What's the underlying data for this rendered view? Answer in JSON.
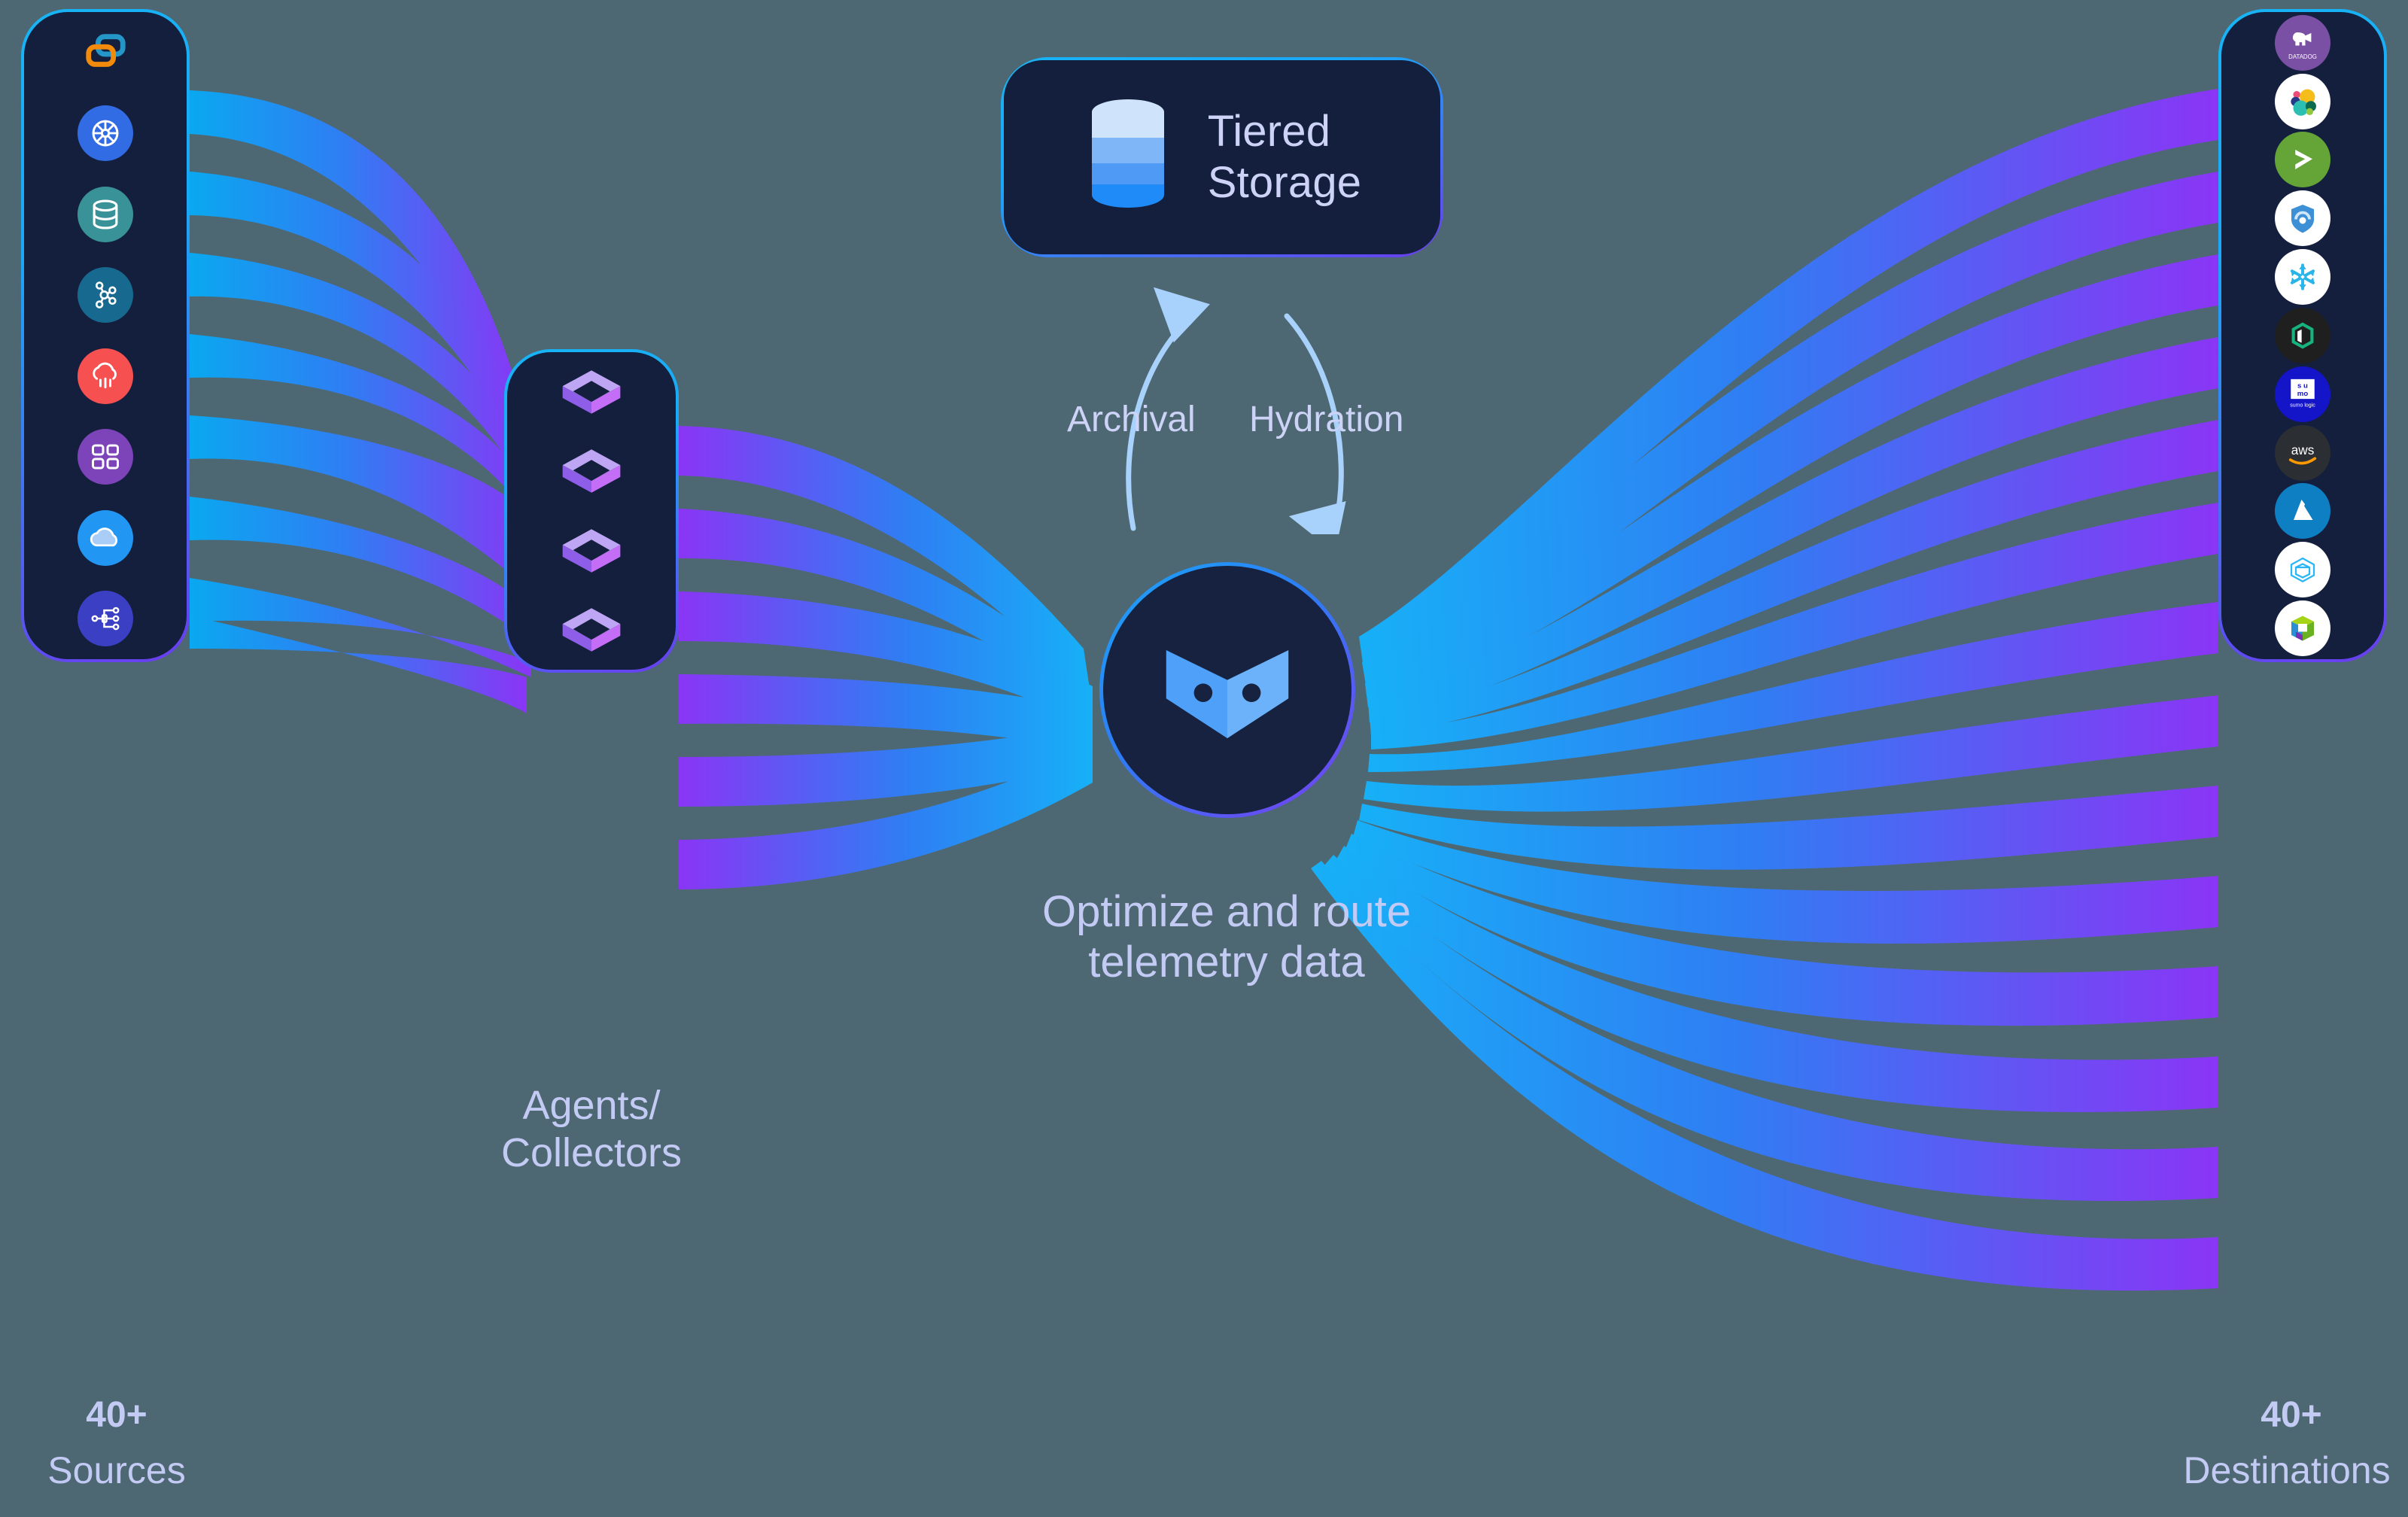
{
  "background_color": "#4d6872",
  "panel_color": "#141f3d",
  "accent_blue": "#18b4f5",
  "accent_purple": "#6a3df0",
  "text_color": "#c3cbf5",
  "sources": {
    "count_label": "40+",
    "title": "Sources",
    "items": [
      {
        "name": "vmware-icon",
        "label": "VMware",
        "bg": "#141f3d"
      },
      {
        "name": "kubernetes-icon",
        "label": "Kubernetes",
        "bg": "#326ce5"
      },
      {
        "name": "database-icon",
        "label": "Database",
        "bg": "#3a9299"
      },
      {
        "name": "kafka-icon",
        "label": "Kafka",
        "bg": "#17698f"
      },
      {
        "name": "cloud-logs-icon",
        "label": "Cloud Logs",
        "bg": "#f75050"
      },
      {
        "name": "apps-grid-icon",
        "label": "Applications",
        "bg": "#7d43b8"
      },
      {
        "name": "cloud-icon",
        "label": "Cloud",
        "bg": "#2196f3"
      },
      {
        "name": "network-icon",
        "label": "Network",
        "bg": "#3a3fc4"
      }
    ]
  },
  "agents": {
    "title": "Agents/\nCollectors",
    "node_count": 4,
    "node_name": "agent-cube-icon"
  },
  "storage": {
    "title": "Tiered\nStorage",
    "icon": "tiered-storage-cylinder-icon",
    "tiers": [
      "#cfe4fb",
      "#7eb6f7",
      "#4f9af5",
      "#1e8bf8"
    ]
  },
  "hub": {
    "logo_name": "cribl-goat-logo",
    "caption": "Optimize and route\ntelemetry data"
  },
  "arcs": {
    "archival_label": "Archival",
    "hydration_label": "Hydration"
  },
  "destinations": {
    "count_label": "40+",
    "title": "Destinations",
    "items": [
      {
        "name": "datadog-icon",
        "label": "Datadog",
        "bg": "#7a50a5"
      },
      {
        "name": "elastic-icon",
        "label": "Elastic",
        "bg": "#ffffff"
      },
      {
        "name": "splunk-icon",
        "label": "Splunk",
        "bg": "#65a437"
      },
      {
        "name": "exabeam-icon",
        "label": "Exabeam",
        "bg": "#ffffff"
      },
      {
        "name": "snowflake-icon",
        "label": "Snowflake",
        "bg": "#ffffff"
      },
      {
        "name": "databricks-icon",
        "label": "Databricks",
        "bg": "#1f1f1f"
      },
      {
        "name": "sumologic-icon",
        "label": "Sumo Logic",
        "bg": "#1414c8"
      },
      {
        "name": "aws-icon",
        "label": "aws",
        "bg": "#2b2f33"
      },
      {
        "name": "azure-icon",
        "label": "Azure",
        "bg": "#0f7fc4"
      },
      {
        "name": "minio-icon",
        "label": "MinIO",
        "bg": "#ffffff"
      },
      {
        "name": "cube-icon",
        "label": "Cube",
        "bg": "#ffffff"
      }
    ]
  }
}
